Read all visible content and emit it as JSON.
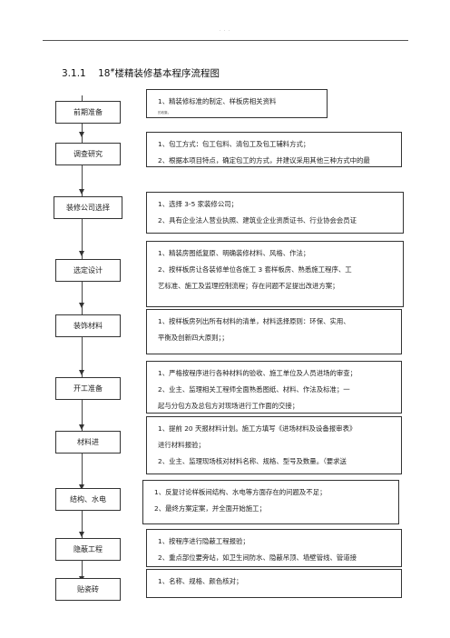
{
  "header": {
    "dots": ". . ."
  },
  "title": {
    "number": "3.1.1",
    "pre": "18",
    "sup": "#",
    "post": "楼精装修基本程序流程图"
  },
  "stages": [
    {
      "label": "前期准备"
    },
    {
      "label": "调查研究"
    },
    {
      "label": "装修公司选择"
    },
    {
      "label": "选定设计"
    },
    {
      "label": "装饰材料"
    },
    {
      "label": "开工准备"
    },
    {
      "label": "材料进"
    },
    {
      "label": "结构、水电"
    },
    {
      "label": "隐蔽工程"
    },
    {
      "label": "贴瓷砖"
    }
  ],
  "details": [
    {
      "lines": [
        "1、精装修标准的制定、样板房相关资料",
        "的收集。"
      ]
    },
    {
      "lines": [
        "1、包工方式：包工包料、清包工及包工辅料方式；",
        "2、根据本项目特点，确定包工的方式，并建议采用其他三种方式中的最"
      ]
    },
    {
      "lines": [
        "1、选择 3-5 家装修公司；",
        "2、具有企业法人营业执照、建筑业企业资质证书、行业协会会员证"
      ]
    },
    {
      "lines": [
        "1、精装房图纸复原、明确装修材料、风格、作法；",
        "2、按样板房让各装修单位各施工 3 套样板房、熟悉施工程序、工",
        "艺标准、施工及监理控制流程；存在问题不足提出改进方案；"
      ]
    },
    {
      "lines": [
        "1、按样板房列出所有材料的清单，材料选择原则：环保、实用、",
        "平衡及创新四大原则；；"
      ]
    },
    {
      "lines": [
        "1、严格按程序进行各种材料的验收、施工单位及人员进场的审查；",
        "2、业主、监理相关工程师全面熟悉图纸、材料、作法及标准；一",
        "起与分包方及总包方对现场进行工作面的交接；"
      ]
    },
    {
      "lines": [
        "1、提前 20 天报材料计划。施工方填写《进场材料及设备报审表》",
        "进行材料报验；",
        "2、业主、监理现场核对材料名称、规格、型号及数量。（要求送"
      ]
    },
    {
      "lines": [
        "1、反复讨论样板间结构、水电等方面存在的问题及不足；",
        "2、最终方案定案，并全面开始施工；"
      ]
    },
    {
      "lines": [
        "1、按程序进行隐蔽工程报验；",
        "2、重点部位要旁站，如卫生间防水、隐蔽吊顶、墙壁管线、管道接"
      ]
    },
    {
      "lines": [
        "1、名称、规格、颜色核对；"
      ]
    }
  ]
}
